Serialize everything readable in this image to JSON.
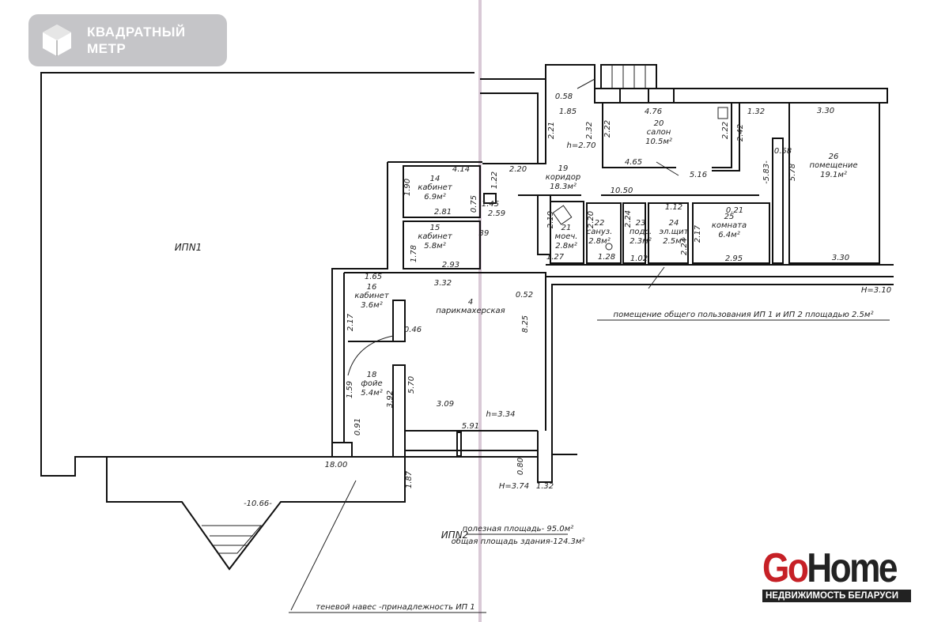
{
  "logos": {
    "kvadratny_metr": {
      "line1": "КВАДРАТНЫЙ",
      "line2": "МЕТР"
    },
    "gohome": {
      "go": "Go",
      "home": "Home",
      "tagline": "НЕДВИЖИМОСТЬ БЕЛАРУСИ",
      "brand_red": "#c62026"
    }
  },
  "plan": {
    "ipn1_label": "ИПN1",
    "ipn2_label": "ИПN2",
    "useful_area": "полезная площадь- 95.0м²",
    "building_area": "общая площадь здания-124.3м²",
    "common_area_note": "помещение общего пользования ИП 1 и ИП 2 площадью 2.5м²",
    "canopy_note": "теневой навес -принадлежность ИП 1",
    "rooms": [
      {
        "number": "14",
        "name": "кабинет",
        "area": "6.9м²"
      },
      {
        "number": "15",
        "name": "кабинет",
        "area": "5.8м²"
      },
      {
        "number": "16",
        "name": "кабинет",
        "area": "3.6м²"
      },
      {
        "number": "18",
        "name": "фойе",
        "area": "5.4м²"
      },
      {
        "number": "19",
        "name": "коридор",
        "area": "18.3м²"
      },
      {
        "number": "20",
        "name": "салон",
        "area": "10.5м²"
      },
      {
        "number": "21",
        "name": "моеч.",
        "area": "2.8м²"
      },
      {
        "number": "22",
        "name": "сануз.",
        "area": "2.8м²"
      },
      {
        "number": "23",
        "name": "подс.",
        "area": "2.3м²"
      },
      {
        "number": "24",
        "name": "эл.щит",
        "area": "2.5м²"
      },
      {
        "number": "25",
        "name": "комната",
        "area": "6.4м²"
      },
      {
        "number": "26",
        "name": "помещение",
        "area": "19.1м²"
      },
      {
        "number": "4",
        "name": "парикмахерская",
        "area": ""
      }
    ],
    "dimensions": [
      "0.58",
      "1.85",
      "2.21",
      "2.32",
      "2.22",
      "4.76",
      "2.22",
      "2.42",
      "1.32",
      "3.30",
      "h=2.70",
      "4.65",
      "5.16",
      "0.58",
      "-5.83-",
      "5.78",
      "10.50",
      "4.14",
      "2.20",
      "1.22",
      "1.90",
      "0.75",
      "1.45",
      "2.59",
      "2.81",
      "39",
      "1.78",
      "2.93",
      "2.19",
      "1.27",
      "2.20",
      "1.28",
      "2.24",
      "1.02",
      "1.12",
      "2.24",
      "0.21",
      "2.17",
      "2.95",
      "3.30",
      "H=3.10",
      "1.65",
      "3.32",
      "2.17",
      "0.46",
      "0.52",
      "8.25",
      "1.59",
      "3.92",
      "5.70",
      "3.09",
      "h=3.34",
      "5.91",
      "0.91",
      "18.00",
      "1.87",
      "0.80",
      "H=3.74",
      "1.32",
      "-10.66-"
    ]
  }
}
